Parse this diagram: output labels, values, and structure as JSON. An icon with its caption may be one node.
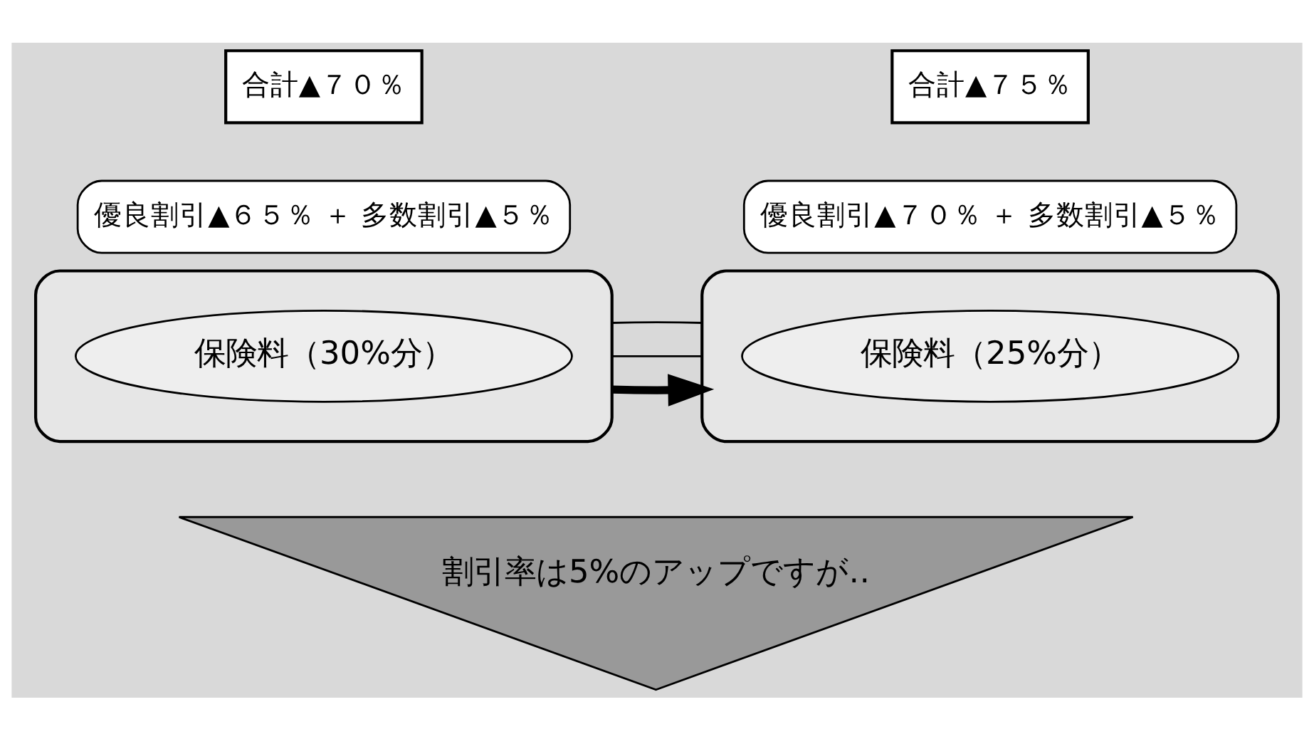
{
  "diagram": {
    "nodes": [
      {
        "text": [
          "合計▲７０％"
        ]
      },
      {
        "text": [
          "優良割引▲６５％ ＋ 多数割引▲５％"
        ]
      },
      {
        "text": [],
        "shape": "cylinder"
      },
      {
        "text": [
          "保険料（30%分）"
        ],
        "in": 2
      },
      {
        "text": [
          "合計▲７５％"
        ]
      },
      {
        "text": [
          "優良割引▲７０％ ＋ 多数割引▲５％"
        ]
      },
      {
        "text": [],
        "shape": "cylinder"
      },
      {
        "text": [
          "保険料（25%分）"
        ],
        "in": 6
      },
      {
        "text": [
          "割引率は5%のアップですが‥"
        ]
      }
    ],
    "edges": [
      {
        "from": 2,
        "to": 6,
        "arrow": "to",
        "style": "thick"
      },
      {
        "from": 2,
        "to": 6,
        "arrow": "none"
      },
      {
        "from": 2,
        "to": 6,
        "arrow": "none"
      }
    ]
  }
}
